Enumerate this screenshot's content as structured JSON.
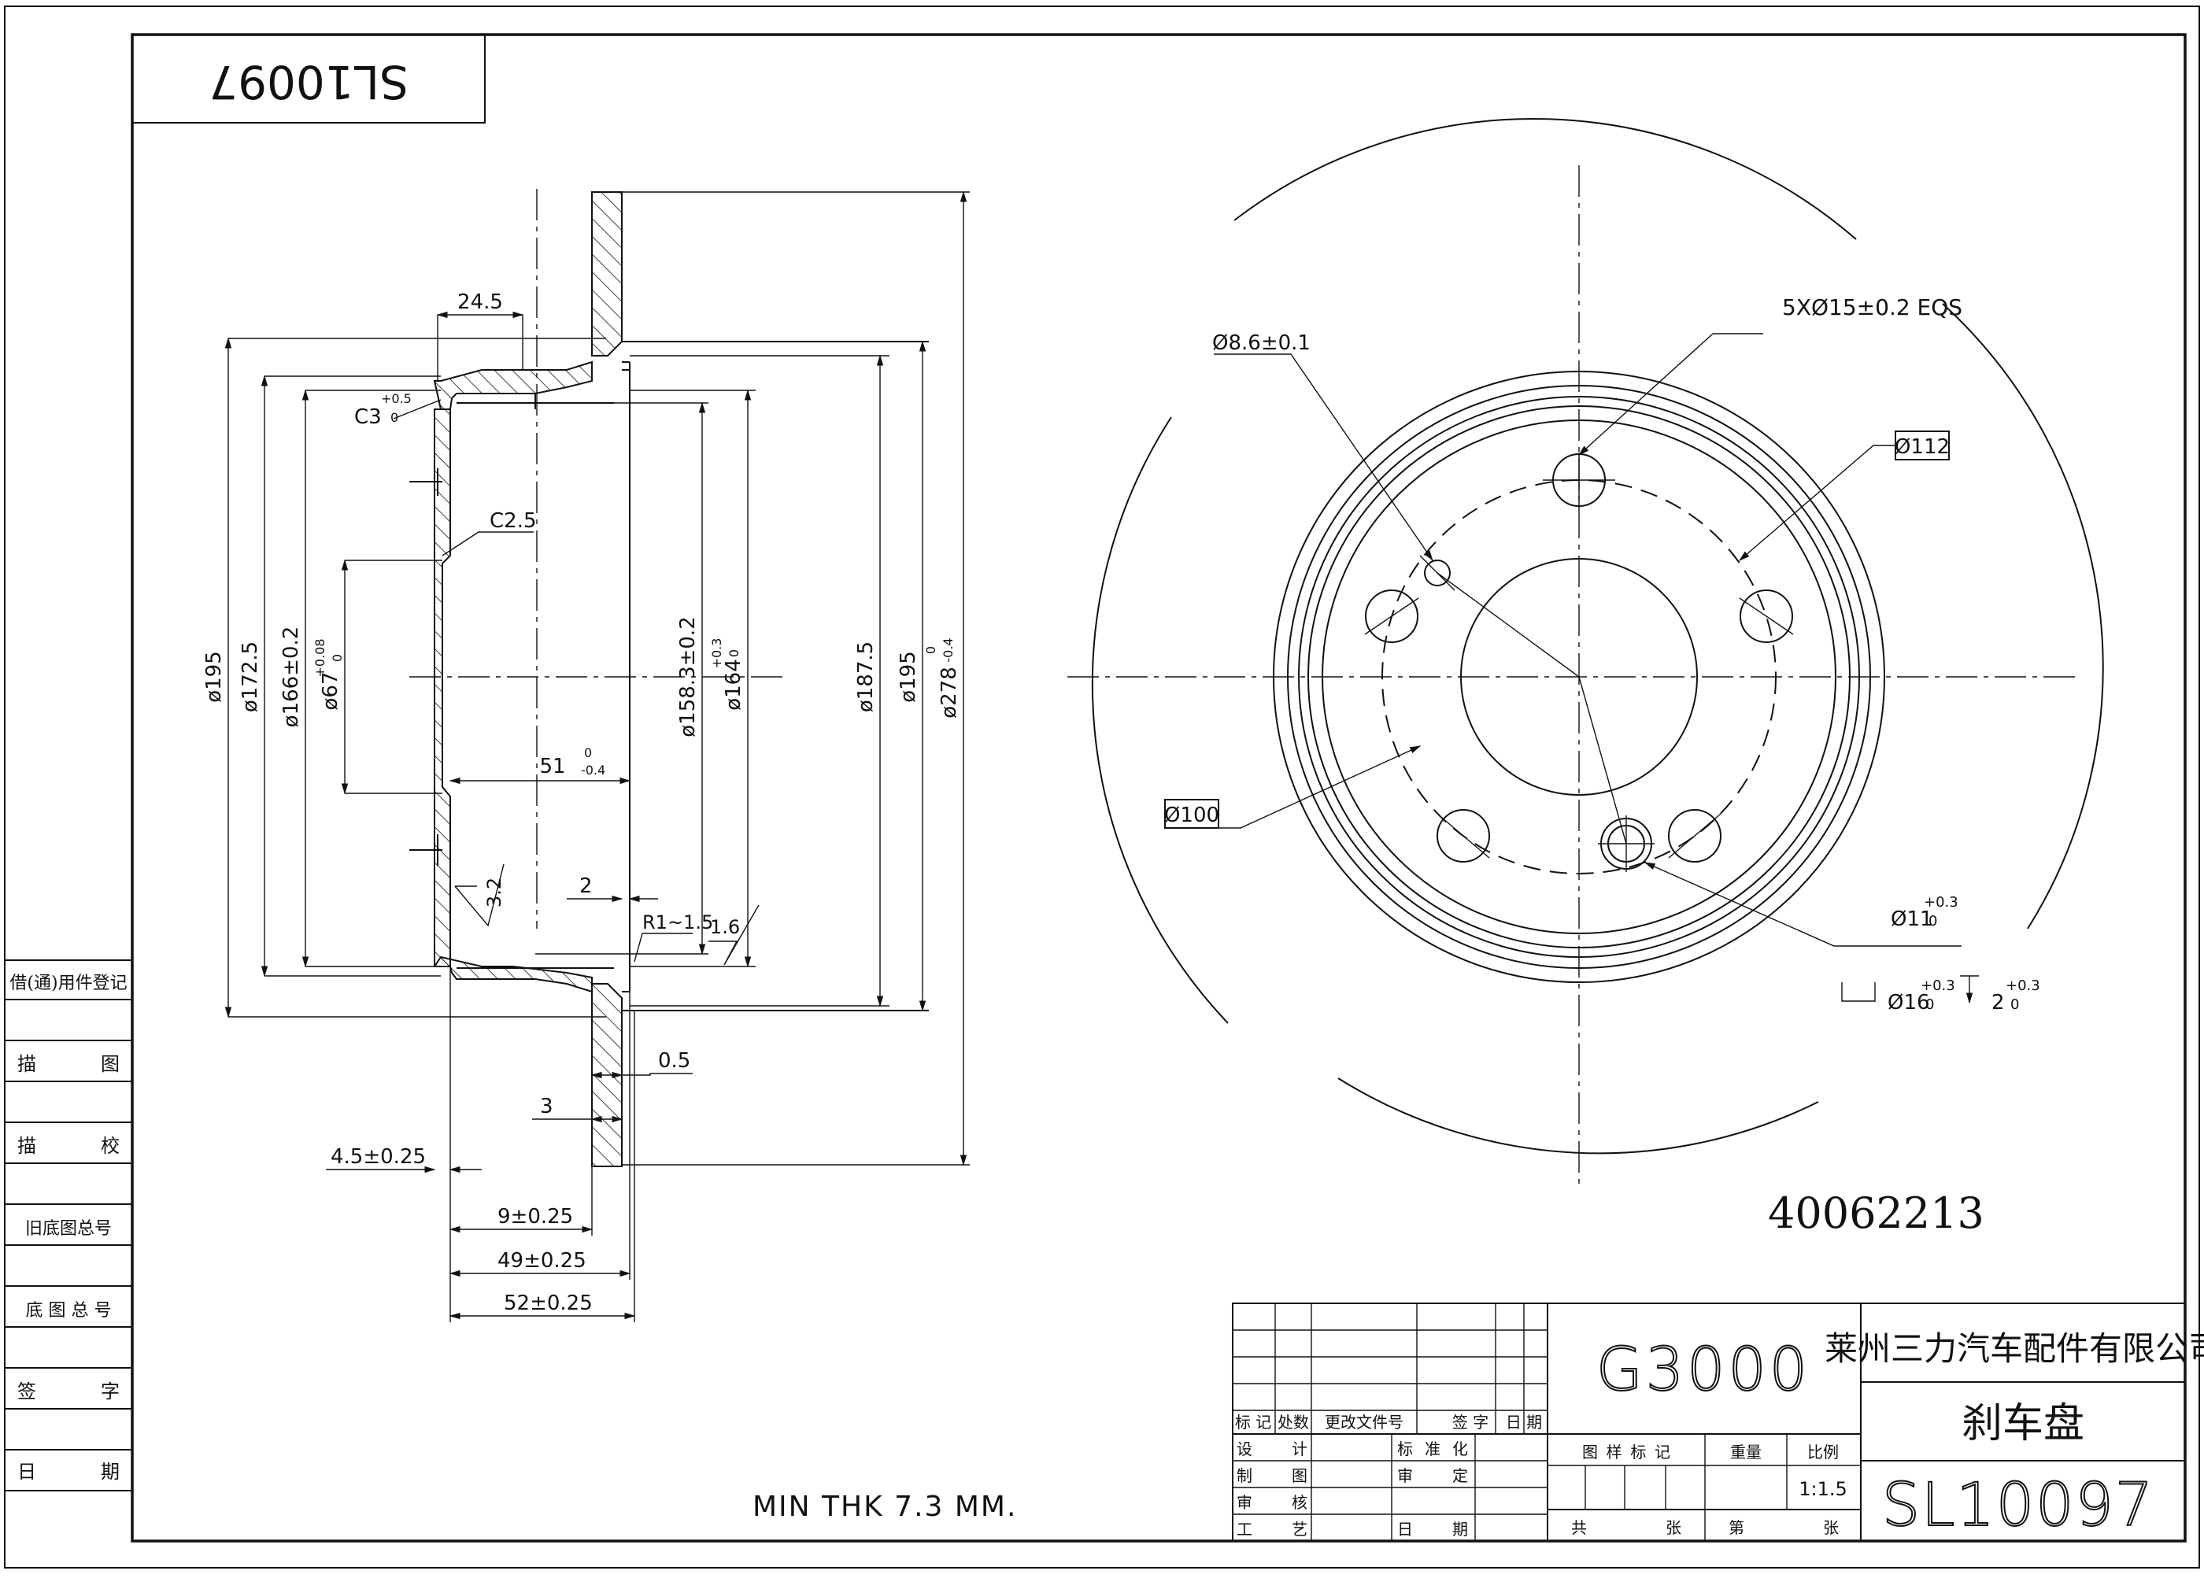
{
  "drawing": {
    "part_number_rotated": "SL10097",
    "part_code": "40062213",
    "min_thickness_note": "MIN THK 7.3 MM."
  },
  "left_sidebar": {
    "rows": [
      "借(通)用件登记",
      "描 图",
      "描 校",
      "旧底图总号",
      "底 图 总 号",
      "签 字",
      "日 期"
    ]
  },
  "section_view": {
    "dims": {
      "d195_outer_hat": "ø195",
      "d172_5": "ø172.5",
      "d166": "ø166±0.2",
      "d67": "ø67",
      "d67_tol_upper": "+0.08",
      "d67_tol_lower": "0",
      "d158_3": "ø158.3±0.2",
      "d164": "ø164",
      "d164_tol_upper": "+0.3",
      "d164_tol_lower": "0",
      "d187_5": "ø187.5",
      "d195_ring": "ø195",
      "d278": "ø278",
      "d278_tol_upper": "0",
      "d278_tol_lower": "-0.4",
      "w24_5": "24.5",
      "c3": "C3",
      "c3_tol_upper": "+0.5",
      "c3_tol_lower": "0",
      "c2_5": "C2.5",
      "w51": "51",
      "w51_tol_upper": "0",
      "w51_tol_lower": "-0.4",
      "w2": "2",
      "r1": "R1~1.5",
      "rough1_6": "1.6",
      "rough3_2": "3.2",
      "w0_5": "0.5",
      "w3": "3",
      "w4_5": "4.5±0.25",
      "w9": "9±0.25",
      "w49": "49±0.25",
      "w52": "52±0.25"
    }
  },
  "front_view": {
    "labels": {
      "hole_pattern": "5XØ15±0.2 EQS",
      "small_hole": "Ø8.6±0.1",
      "pcd": "Ø112",
      "pilot": "Ø100",
      "hole11": "Ø11",
      "hole11_tol_upper": "+0.3",
      "hole11_tol_lower": "0",
      "cbore16": "Ø16",
      "cbore16_tol_upper": "+0.3",
      "cbore16_tol_lower": "0",
      "depth2": "2",
      "depth2_tol_upper": "+0.3",
      "depth2_tol_lower": "0"
    }
  },
  "title_block": {
    "material": "G3000",
    "company": "莱州三力汽车配件有限公司",
    "part_name": "刹车盘",
    "drawing_number": "SL10097",
    "scale": "1:1.5",
    "header_cells": [
      "标 记",
      "处数",
      "更改文件号",
      "签 字",
      "日 期"
    ],
    "left_labels": [
      "设 计",
      "制 图",
      "审 核",
      "工 艺"
    ],
    "mid_labels": [
      "标 准 化",
      "审 定",
      "日 期"
    ],
    "pattern_mark_label": "图 样 标 记",
    "weight_label": "重量",
    "scale_label": "比例",
    "total_sheets_label": "共 张",
    "sheet_no_label": "第 张"
  }
}
